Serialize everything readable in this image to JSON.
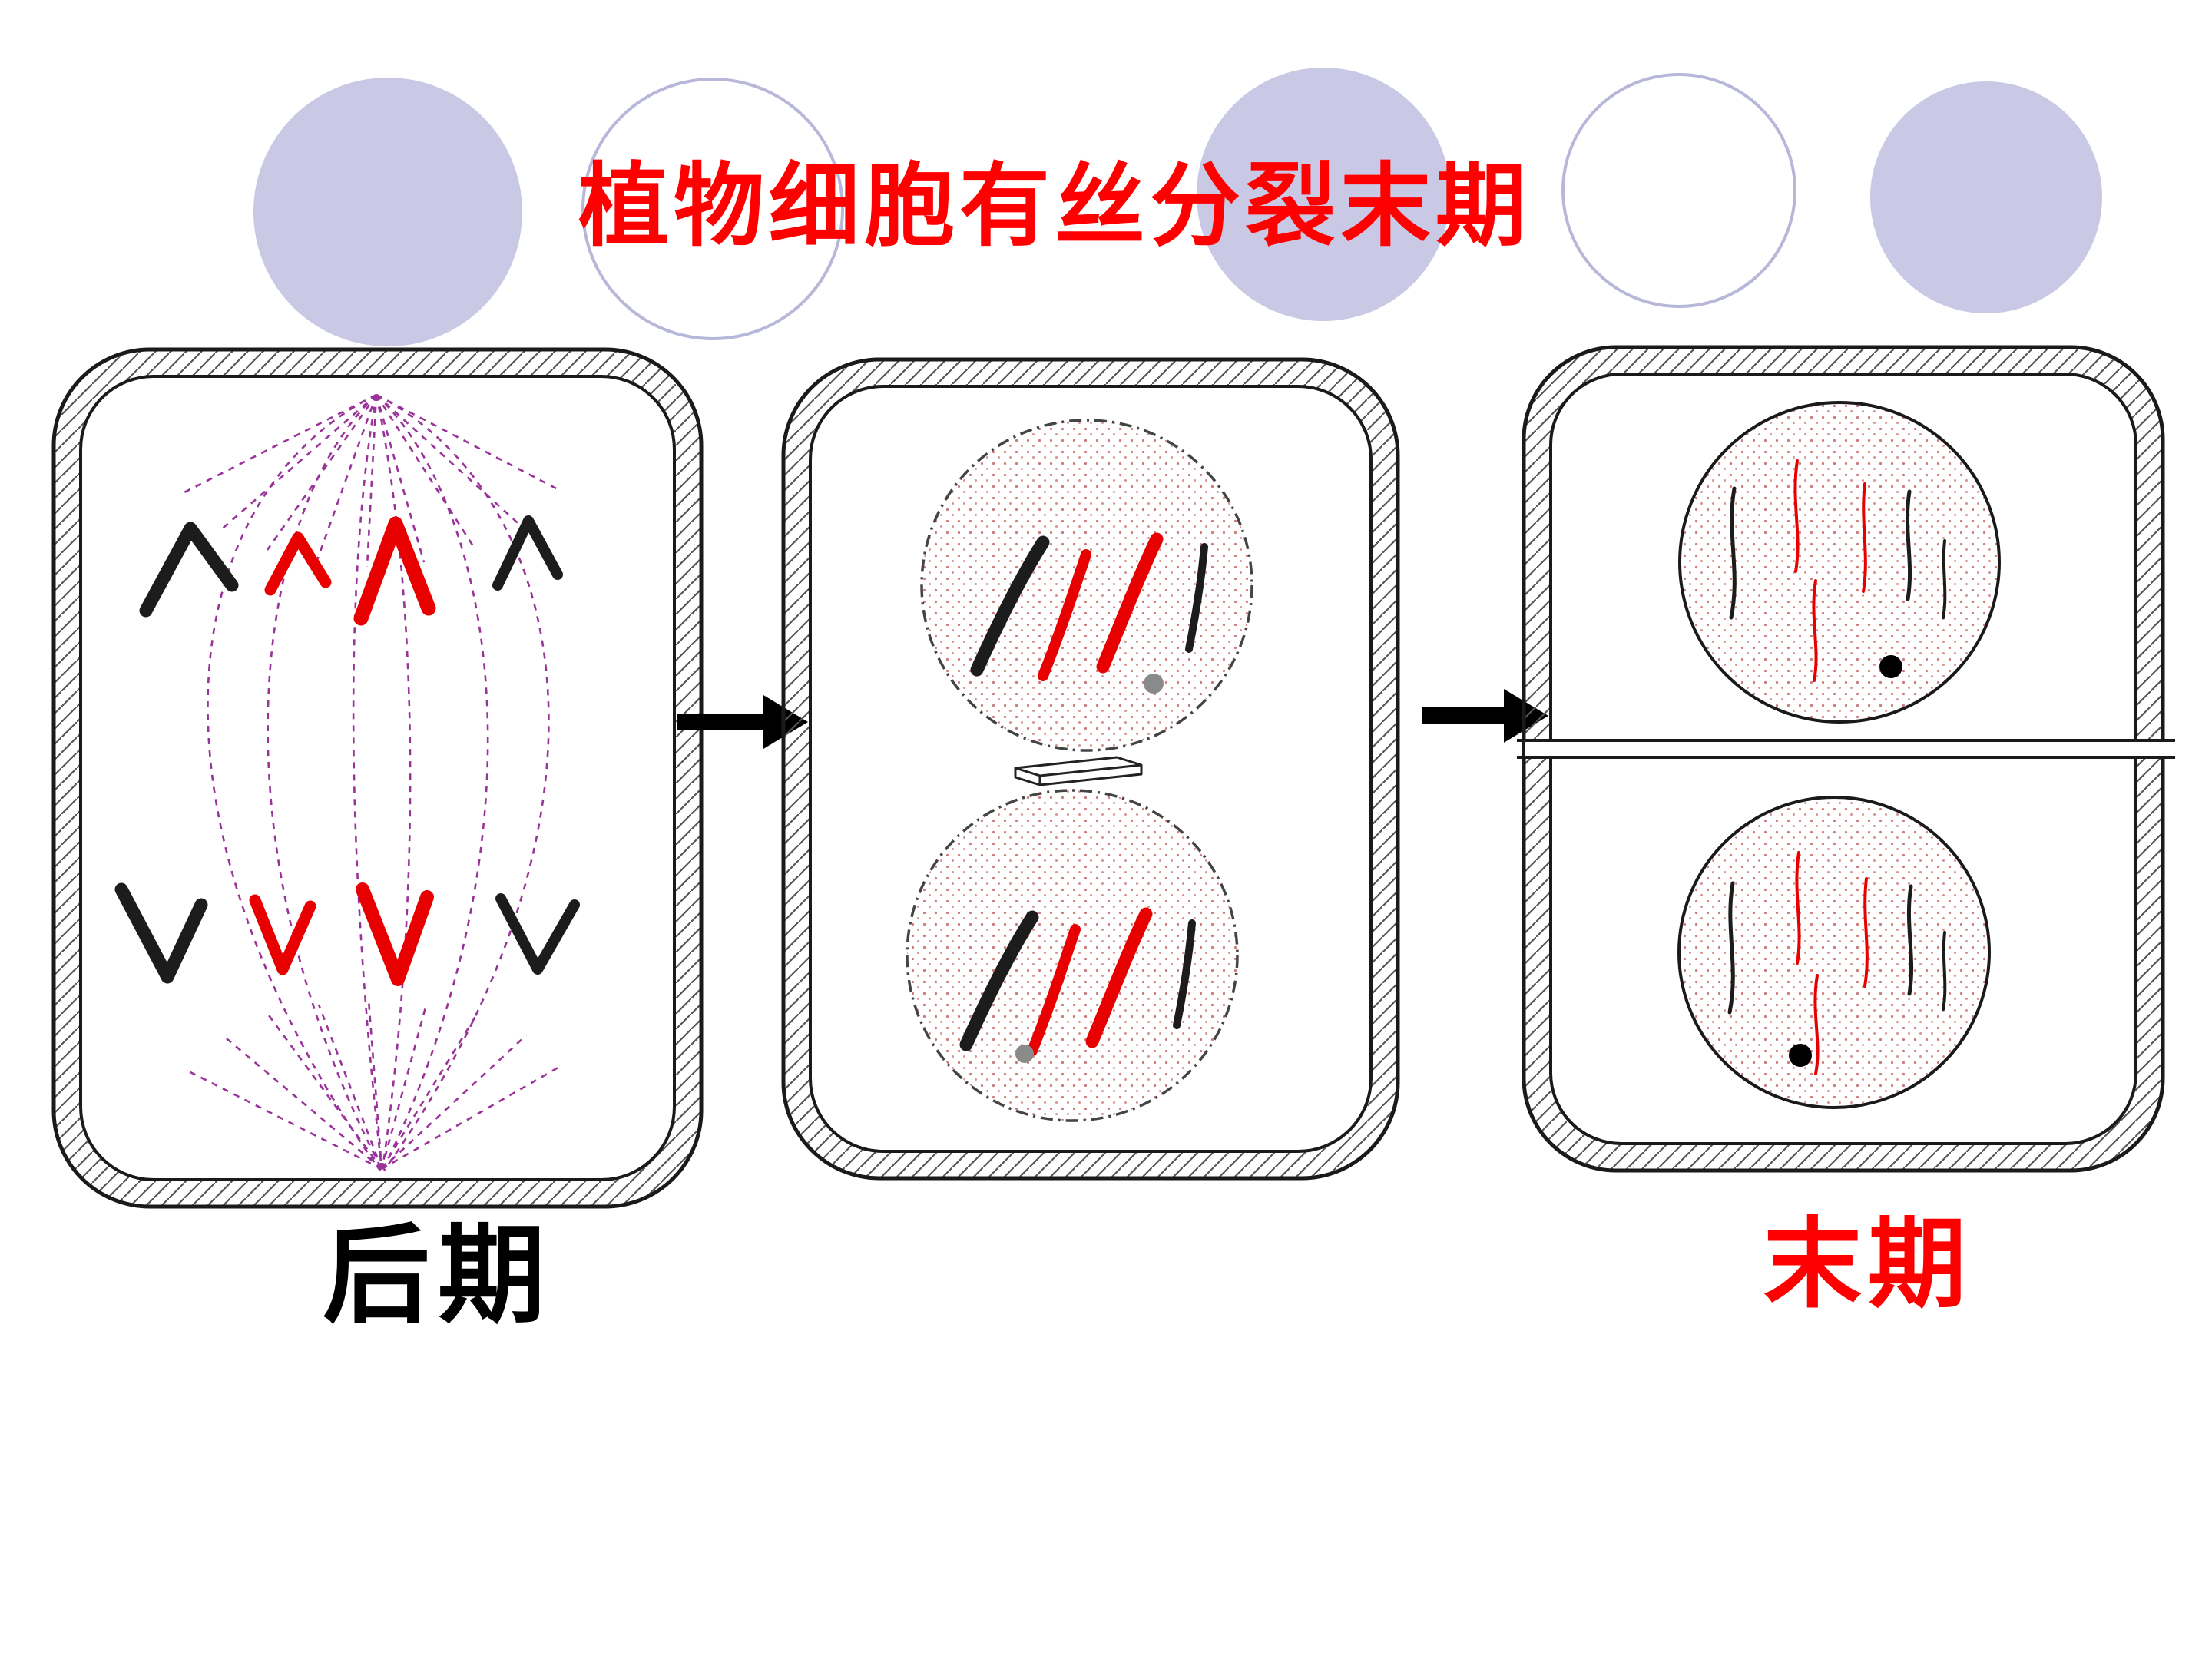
{
  "slide": {
    "title": "植物细胞有丝分裂末期",
    "stage_labels": {
      "anaphase": "后期",
      "telophase": "末期"
    },
    "colors": {
      "title_text": "#ff0000",
      "anaphase_label_text": "#000000",
      "telophase_label_text": "#ff0000",
      "decor_circle_fill": "#c9c9e5",
      "decor_circle_outline": "#b7b7da",
      "cell_wall": "#1a1a1a",
      "spindle_fiber": "#993399",
      "chromosome_red": "#e80000",
      "chromosome_dark": "#1c1c1c",
      "nucleus_stipple": "#cc7b7b",
      "nucleolus_gray": "#8a8a8a",
      "nucleolus_black": "#000000",
      "arrow": "#000000"
    }
  }
}
